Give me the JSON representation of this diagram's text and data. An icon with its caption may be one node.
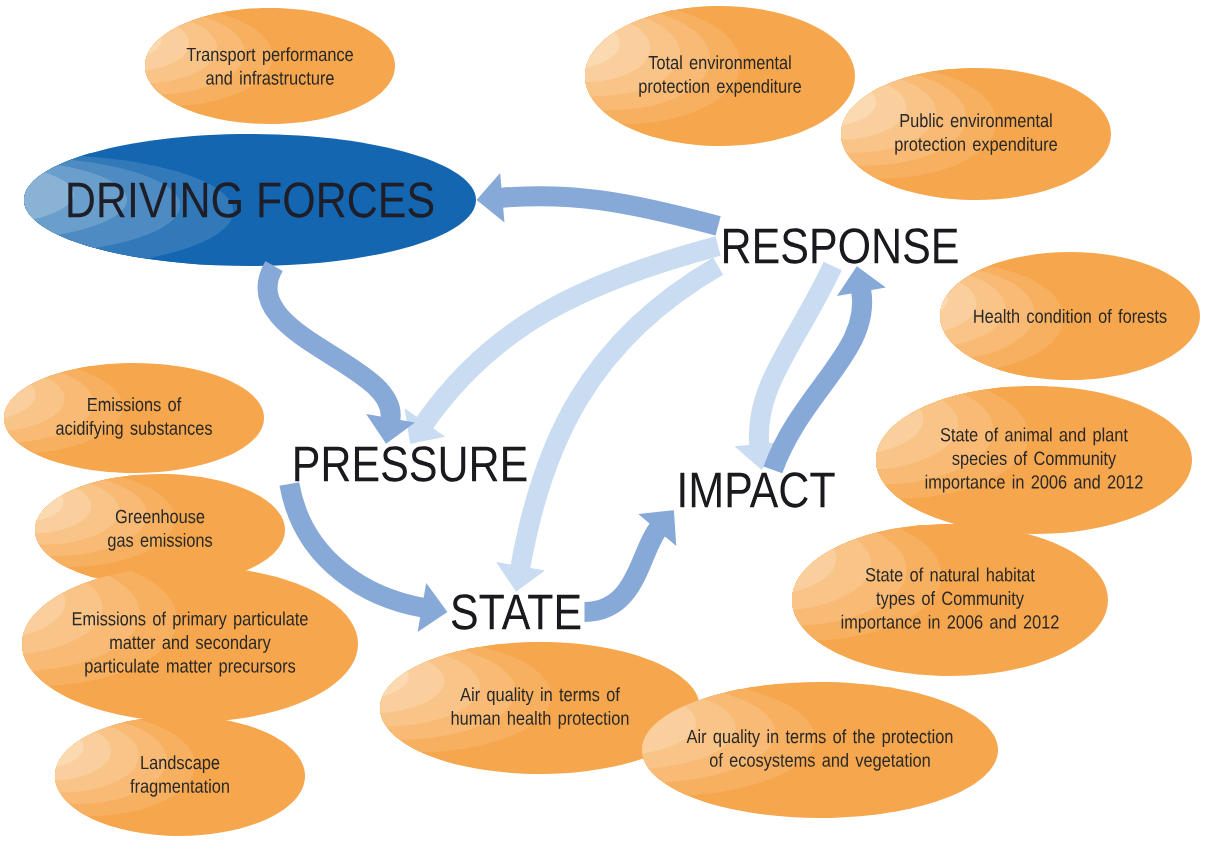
{
  "diagram": {
    "nodes": [
      {
        "text": [
          "DRIVING FORCES"
        ]
      },
      {
        "text": [
          "PRESSURE"
        ]
      },
      {
        "text": [
          "STATE"
        ]
      },
      {
        "text": [
          "IMPACT"
        ]
      },
      {
        "text": [
          "RESPONSE"
        ]
      },
      {
        "text": [
          "Transport performance and infrastructure"
        ]
      },
      {
        "text": [
          "Total environmental protection expenditure"
        ]
      },
      {
        "text": [
          "Public environmental protection expenditure"
        ]
      },
      {
        "text": [
          "Health condition of forests"
        ]
      },
      {
        "text": [
          "State of animal and plant species of Community importance in 2006 and 2012"
        ]
      },
      {
        "text": [
          "State of natural habitat types of Community importance in 2006 and 2012"
        ]
      },
      {
        "text": [
          "Air quality in terms of human health protection"
        ]
      },
      {
        "text": [
          "Air quality in terms of the protection of ecosystems and vegetation"
        ]
      },
      {
        "text": [
          "Emissions of acidifying substances"
        ]
      },
      {
        "text": [
          "Greenhouse gas emissions"
        ]
      },
      {
        "text": [
          "Emissions of primary particulate matter and secondary particulate matter precursors"
        ]
      },
      {
        "text": [
          "Landscape fragmentation"
        ]
      }
    ],
    "edges": [
      {
        "from": 4,
        "to": 0,
        "arrow": "to"
      },
      {
        "from": 0,
        "to": 1,
        "arrow": "to"
      },
      {
        "from": 1,
        "to": 2,
        "arrow": "to"
      },
      {
        "from": 2,
        "to": 3,
        "arrow": "to"
      },
      {
        "from": 3,
        "to": 4,
        "arrow": "to"
      },
      {
        "from": 4,
        "to": 1,
        "arrow": "to",
        "color": "#c9dcf1"
      },
      {
        "from": 4,
        "to": 2,
        "arrow": "to",
        "color": "#c9dcf1"
      },
      {
        "from": 4,
        "to": 3,
        "arrow": "to",
        "color": "#c9dcf1"
      }
    ]
  }
}
